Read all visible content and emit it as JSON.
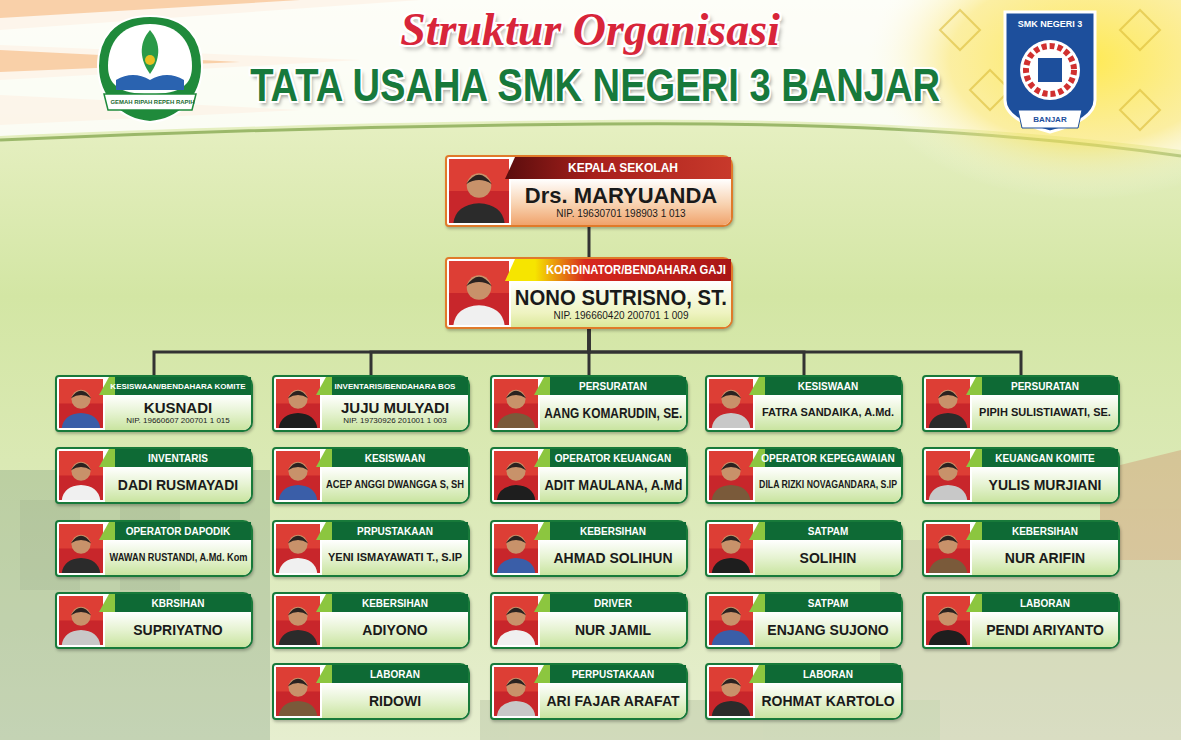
{
  "diagram": {
    "title": "TATA USAHA SMK NEGERI 3 BANJAR",
    "nodes": [
      {
        "text": [
          "KEPALA SEKOLAH",
          "Drs. MARYUANDA",
          "NIP. 19630701 198903 1 013"
        ]
      },
      {
        "text": [
          "KORDINATOR/BENDAHARA GAJI",
          "NONO SUTRISNO, ST.",
          "NIP. 196660420 200701 1 009"
        ]
      },
      {
        "text": [
          "KESISWAAN/BENDAHARA KOMITE",
          "KUSNADI",
          "NIP. 19660607 200701 1 015"
        ]
      },
      {
        "text": [
          "INVENTARIS/BENDAHARA BOS",
          "JUJU MULYADI",
          "NIP. 19730926 201001 1 003"
        ]
      },
      {
        "text": [
          "PERSURATAN",
          "AANG KOMARUDIN, SE."
        ]
      },
      {
        "text": [
          "KESISWAAN",
          "FATRA SANDAIKA, A.Md."
        ]
      },
      {
        "text": [
          "PERSURATAN",
          "PIPIH SULISTIAWATI, SE."
        ]
      },
      {
        "text": [
          "INVENTARIS",
          "DADI RUSMAYADI"
        ]
      },
      {
        "text": [
          "KESISWAAN",
          "ACEP ANGGI DWANGGA S, SH"
        ]
      },
      {
        "text": [
          "OPERATOR KEUANGAN",
          "ADIT MAULANA, A.Md"
        ]
      },
      {
        "text": [
          "OPERATOR KEPEGAWAIAN",
          "DILA RIZKI NOVAGANDARA, S.IP"
        ]
      },
      {
        "text": [
          "KEUANGAN KOMITE",
          "YULIS MURJIANI"
        ]
      },
      {
        "text": [
          "OPERATOR DAPODIK",
          "WAWAN RUSTANDI, A.Md. Kom"
        ]
      },
      {
        "text": [
          "PRPUSTAKAAN",
          "YENI ISMAYAWATI T., S.IP"
        ]
      },
      {
        "text": [
          "KEBERSIHAN",
          "AHMAD SOLIHUN"
        ]
      },
      {
        "text": [
          "SATPAM",
          "SOLIHIN"
        ]
      },
      {
        "text": [
          "KEBERSIHAN",
          "NUR ARIFIN"
        ]
      },
      {
        "text": [
          "KBRSIHAN",
          "SUPRIYATNO"
        ]
      },
      {
        "text": [
          "KEBERSIHAN",
          "ADIYONO"
        ]
      },
      {
        "text": [
          "DRIVER",
          "NUR JAMIL"
        ]
      },
      {
        "text": [
          "SATPAM",
          "ENJANG SUJONO"
        ]
      },
      {
        "text": [
          "LABORAN",
          "PENDI ARIYANTO"
        ]
      },
      {
        "text": [
          "LABORAN",
          "RIDOWI"
        ]
      },
      {
        "text": [
          "PERPUSTAKAAN",
          "ARI FAJAR ARAFAT"
        ]
      },
      {
        "text": [
          "LABORAN",
          "ROHMAT KARTOLO"
        ]
      }
    ],
    "edges": [
      {
        "from": 0,
        "to": 1,
        "arrow": "none"
      },
      {
        "from": 1,
        "to": 2,
        "arrow": "none"
      },
      {
        "from": 1,
        "to": 3,
        "arrow": "none"
      },
      {
        "from": 1,
        "to": 4,
        "arrow": "none"
      },
      {
        "from": 1,
        "to": 5,
        "arrow": "none"
      },
      {
        "from": 1,
        "to": 6,
        "arrow": "none"
      }
    ],
    "labels": [
      "Struktur Organisasi",
      "GEMAH RIPAH REPEH RAPIH",
      "SMK NEGERI 3",
      "BANJAR"
    ]
  }
}
